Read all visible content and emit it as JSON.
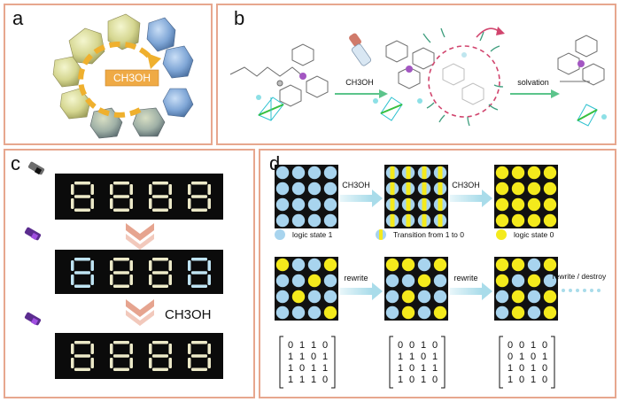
{
  "panels": {
    "a": {
      "label": "a",
      "reagent": "CH3OH"
    },
    "b": {
      "label": "b",
      "step1": "CH3OH",
      "step2": "solvation"
    },
    "c": {
      "label": "c",
      "reagent": "CH3OH"
    },
    "d": {
      "label": "d",
      "row1_arrow1": "CH3OH",
      "row1_arrow2": "CH3OH",
      "legend": [
        {
          "label": "logic state 1",
          "color": "#a8d4ee"
        },
        {
          "label": "Transition from 1 to 0",
          "color": "stripe"
        },
        {
          "label": "logic state 0",
          "color": "#f4ea1c"
        }
      ],
      "row2_arrow1": "rewrite",
      "row2_arrow2": "rewrite",
      "row2_arrow3": "rewrite / destroy",
      "grid_states": [
        [
          [
            1,
            1,
            1,
            1
          ],
          [
            1,
            1,
            1,
            1
          ],
          [
            1,
            1,
            1,
            1
          ],
          [
            1,
            1,
            1,
            1
          ]
        ],
        [
          [
            2,
            2,
            2,
            2
          ],
          [
            2,
            2,
            2,
            2
          ],
          [
            2,
            2,
            2,
            2
          ],
          [
            2,
            2,
            2,
            2
          ]
        ],
        [
          [
            0,
            0,
            0,
            0
          ],
          [
            0,
            0,
            0,
            0
          ],
          [
            0,
            0,
            0,
            0
          ],
          [
            0,
            0,
            0,
            0
          ]
        ],
        [
          [
            0,
            1,
            1,
            0
          ],
          [
            1,
            1,
            0,
            1
          ],
          [
            1,
            0,
            1,
            1
          ],
          [
            1,
            1,
            1,
            0
          ]
        ],
        [
          [
            0,
            0,
            1,
            0
          ],
          [
            1,
            1,
            0,
            1
          ],
          [
            1,
            0,
            1,
            1
          ],
          [
            1,
            0,
            1,
            0
          ]
        ],
        [
          [
            0,
            0,
            1,
            0
          ],
          [
            0,
            1,
            0,
            1
          ],
          [
            1,
            0,
            1,
            0
          ],
          [
            1,
            0,
            1,
            0
          ]
        ]
      ],
      "matrices": [
        [
          [
            "0",
            "1",
            "1",
            "0"
          ],
          [
            "1",
            "1",
            "0",
            "1"
          ],
          [
            "1",
            "0",
            "1",
            "1"
          ],
          [
            "1",
            "1",
            "1",
            "0"
          ]
        ],
        [
          [
            "0",
            "0",
            "1",
            "0"
          ],
          [
            "1",
            "1",
            "0",
            "1"
          ],
          [
            "1",
            "0",
            "1",
            "1"
          ],
          [
            "1",
            "0",
            "1",
            "0"
          ]
        ],
        [
          [
            "0",
            "0",
            "1",
            "0"
          ],
          [
            "0",
            "1",
            "0",
            "1"
          ],
          [
            "1",
            "0",
            "1",
            "0"
          ],
          [
            "1",
            "0",
            "1",
            "0"
          ]
        ]
      ]
    }
  },
  "colors": {
    "border": "#e7a78e",
    "state1": "#a8d4ee",
    "state0": "#f4ea1c",
    "arrow": "#bfe6ef",
    "display_bg": "#0b0b0b",
    "chevron": "#e6a48f",
    "reagent_box": "#efaa45"
  }
}
